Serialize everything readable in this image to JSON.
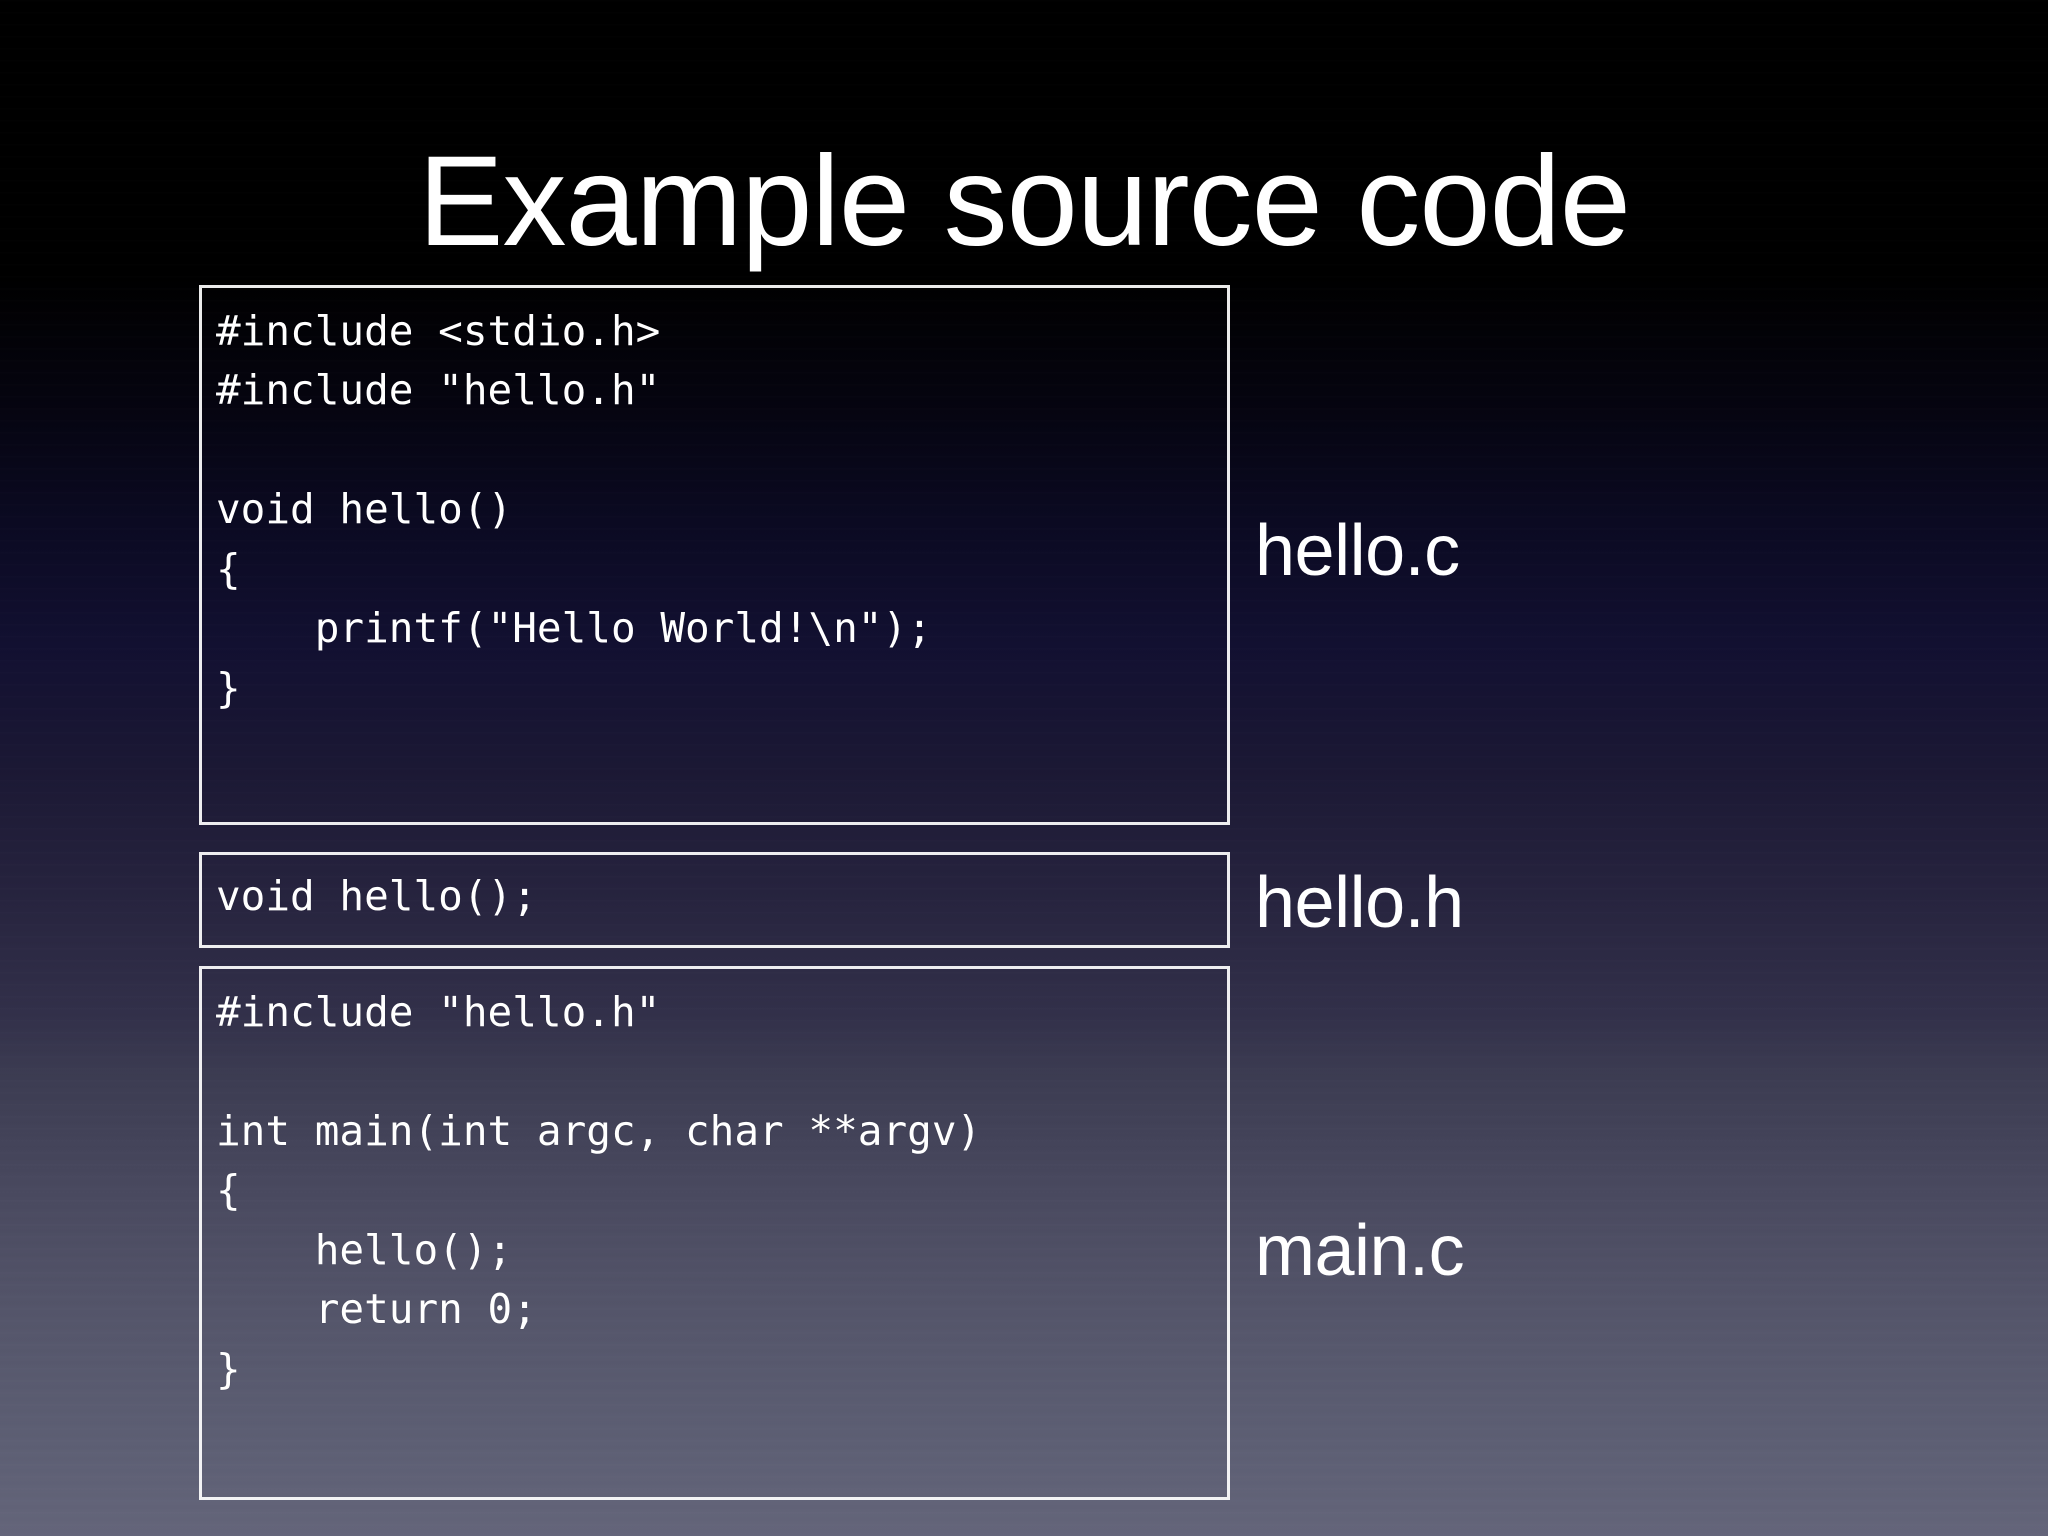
{
  "slide": {
    "title": "Example source code",
    "background": {
      "top_color": "#000000",
      "mid_color": "#1b1834",
      "bottom_color": "#64657a"
    },
    "text_color": "#ffffff",
    "border_color": "#ffffff"
  },
  "code_blocks": [
    {
      "id": "hello-c",
      "filename": "hello.c",
      "code": "#include <stdio.h>\n#include \"hello.h\"\n\nvoid hello()\n{\n    printf(\"Hello World!\\n\");\n}",
      "lines": [
        "#include <stdio.h>",
        "#include \"hello.h\"",
        "",
        "void hello()",
        "{",
        "    printf(\"Hello World!\\n\");",
        "}"
      ]
    },
    {
      "id": "hello-h",
      "filename": "hello.h",
      "code": "void hello();",
      "lines": [
        "void hello();"
      ]
    },
    {
      "id": "main-c",
      "filename": "main.c",
      "code": "#include \"hello.h\"\n\nint main(int argc, char **argv)\n{\n    hello();\n    return 0;\n}",
      "lines": [
        "#include \"hello.h\"",
        "",
        "int main(int argc, char **argv)",
        "{",
        "    hello();",
        "    return 0;",
        "}"
      ]
    }
  ]
}
